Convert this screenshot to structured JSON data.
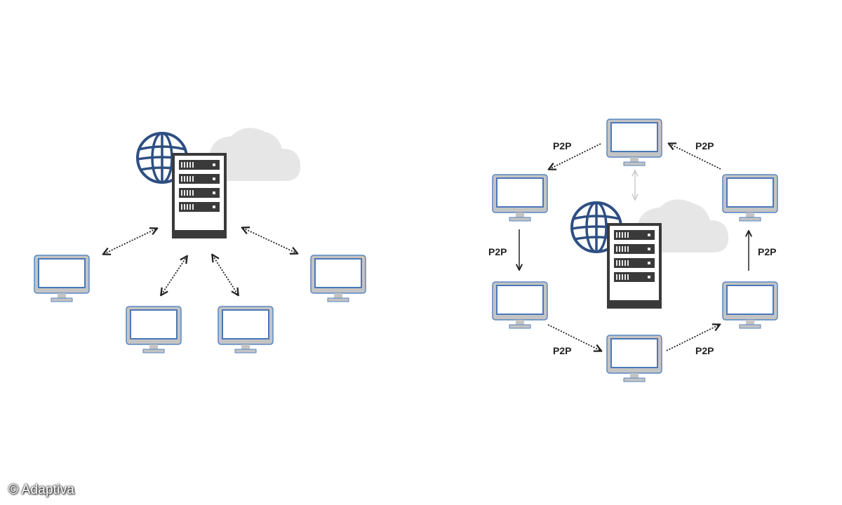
{
  "diagram": {
    "left": {
      "title": "client-server",
      "server": {
        "name": "central-server",
        "rack_units": 4
      },
      "clients": [
        "client-1",
        "client-2",
        "client-3",
        "client-4"
      ],
      "connection_style": "bidirectional-dotted"
    },
    "right": {
      "title": "peer-to-peer with central server",
      "server": {
        "name": "central-server",
        "rack_units": 4
      },
      "peers": [
        "peer-top",
        "peer-upper-left",
        "peer-lower-left",
        "peer-bottom",
        "peer-lower-right",
        "peer-upper-right"
      ],
      "edges": [
        {
          "from": "peer-top",
          "to": "peer-upper-left",
          "label": "P2P",
          "style": "dotted"
        },
        {
          "from": "peer-upper-left",
          "to": "peer-lower-left",
          "label": "P2P",
          "style": "solid"
        },
        {
          "from": "peer-lower-left",
          "to": "peer-bottom",
          "label": "P2P",
          "style": "dotted"
        },
        {
          "from": "peer-bottom",
          "to": "peer-lower-right",
          "label": "P2P",
          "style": "dotted"
        },
        {
          "from": "peer-lower-right",
          "to": "peer-upper-right",
          "label": "P2P",
          "style": "solid"
        },
        {
          "from": "peer-upper-right",
          "to": "peer-top",
          "label": "P2P",
          "style": "dotted"
        },
        {
          "from": "peer-top",
          "to": "central-server",
          "label": "",
          "style": "faint-bidirectional"
        }
      ]
    }
  },
  "labels": {
    "p2p": "P2P"
  },
  "credit": "© Adaptiva",
  "colors": {
    "monitor_frame": "#c4c4c4",
    "monitor_outline": "#4a78b8",
    "server_body": "#3a3a3a",
    "globe": "#2e4f82",
    "cloud": "#e6e6e6",
    "arrow": "#222222"
  }
}
